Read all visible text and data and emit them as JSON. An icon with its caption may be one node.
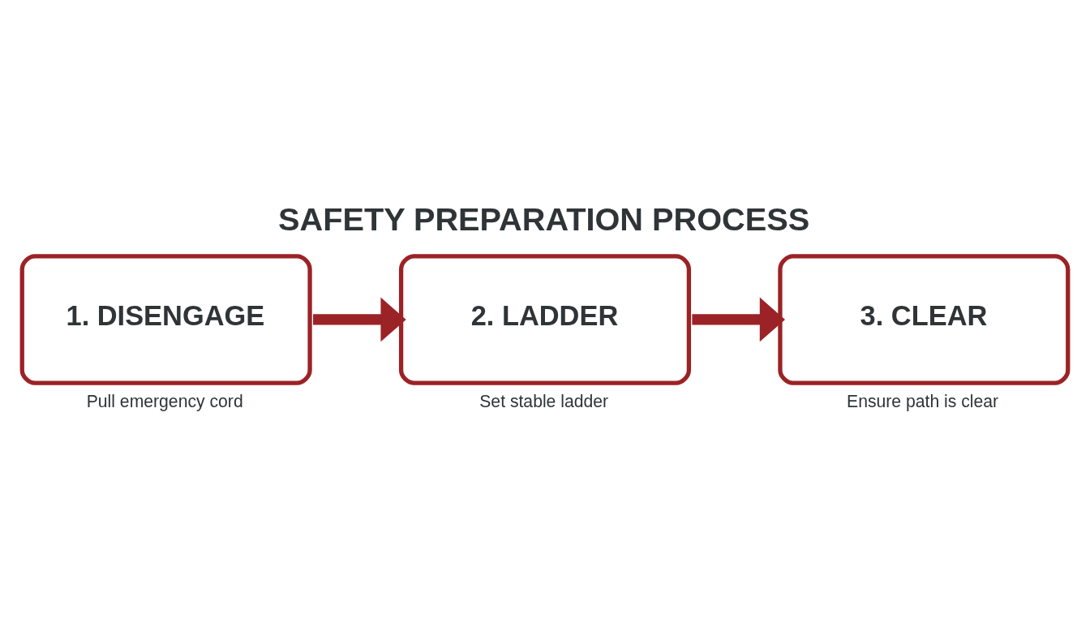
{
  "diagram": {
    "title": "SAFETY PREPARATION PROCESS",
    "nodes": [
      {
        "text": [
          "1. DISENGAGE"
        ],
        "beside": [
          "Pull emergency cord"
        ]
      },
      {
        "text": [
          "2. LADDER"
        ],
        "beside": [
          "Set stable ladder"
        ]
      },
      {
        "text": [
          "3. CLEAR"
        ],
        "beside": [
          "Ensure path is clear"
        ]
      }
    ],
    "edges": [
      {
        "from": 0,
        "to": 1,
        "arrow": "to"
      },
      {
        "from": 1,
        "to": 2,
        "arrow": "to"
      }
    ]
  }
}
